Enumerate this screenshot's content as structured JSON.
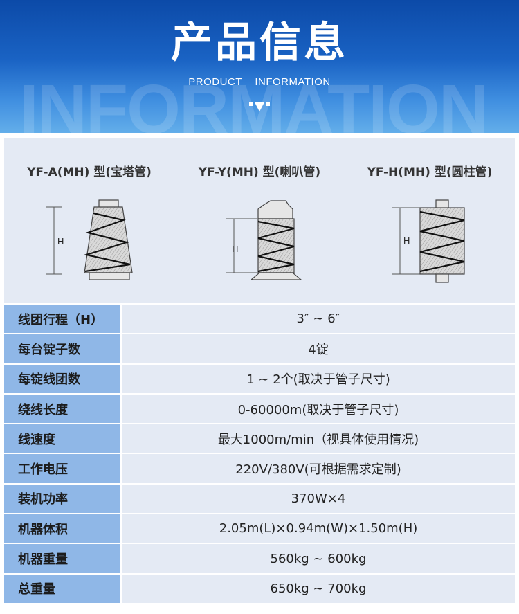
{
  "header": {
    "title": "产品信息",
    "subtitle": "PRODUCT INFORMATION",
    "bg_word": "INFORMATION"
  },
  "tubes": [
    {
      "label": "YF-A(MH) 型(宝塔管)",
      "dimension": "H",
      "shape": "cone"
    },
    {
      "label": "YF-Y(MH) 型(喇叭管)",
      "dimension": "H",
      "shape": "trumpet"
    },
    {
      "label": "YF-H(MH) 型(圆柱管)",
      "dimension": "H",
      "shape": "cylinder"
    }
  ],
  "specs": [
    {
      "key": "线团行程（H）",
      "value": "3″ ~  6″"
    },
    {
      "key": "每台锭子数",
      "value": "4锭"
    },
    {
      "key": "每锭线团数",
      "value": "1 ~ 2个(取决于管子尺寸)"
    },
    {
      "key": "绕线长度",
      "value": "0-60000m(取决于管子尺寸)"
    },
    {
      "key": "线速度",
      "value": "最大1000m/min（视具体使用情况)"
    },
    {
      "key": "工作电压",
      "value": "220V/380V(可根据需求定制)"
    },
    {
      "key": "装机功率",
      "value": "370W×4"
    },
    {
      "key": "机器体积",
      "value": "2.05m(L)×0.94m(W)×1.50m(H)"
    },
    {
      "key": "机器重量",
      "value": "560kg ~ 600kg"
    },
    {
      "key": "总重量",
      "value": "650kg ~ 700kg"
    }
  ],
  "colors": {
    "header_top": "#0c4aa8",
    "header_bottom": "#63aeea",
    "key_cell": "#8fb7e7",
    "value_cell": "#e4eaf4"
  }
}
